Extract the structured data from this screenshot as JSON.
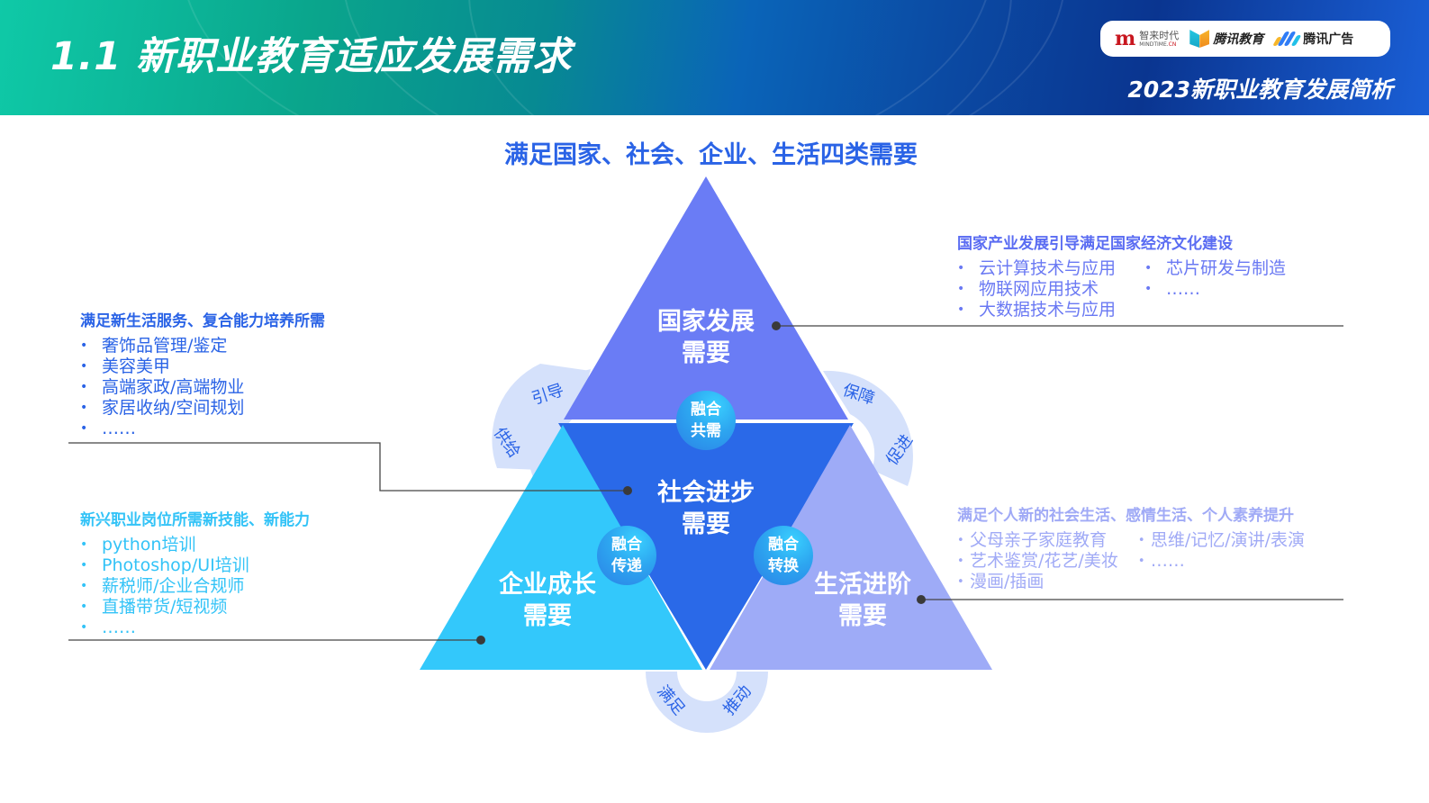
{
  "header": {
    "page_title": "1.1 新职业教育适应发展需求",
    "subtitle": "2023新职业教育发展简析",
    "logos": {
      "mindtime_mark": "m",
      "mindtime_cn": "智来时代",
      "mindtime_en_a": "MINDTIME.",
      "mindtime_en_b": "CN",
      "tencent_edu": "腾讯教育",
      "tencent_ad": "腾讯广告"
    }
  },
  "main_title": "满足国家、社会、企业、生活四类需要",
  "triangles": {
    "top": {
      "line1": "国家发展",
      "line2": "需要",
      "color": "#6a7cf5"
    },
    "center": {
      "line1": "社会进步",
      "line2": "需要",
      "color": "#2a69e8"
    },
    "left": {
      "line1": "企业成长",
      "line2": "需要",
      "color": "#33c8fb"
    },
    "right": {
      "line1": "生活进阶",
      "line2": "需要",
      "color": "#9eabf7"
    }
  },
  "badges": {
    "top": {
      "line1": "融合",
      "line2": "共需"
    },
    "left": {
      "line1": "融合",
      "line2": "传递"
    },
    "right": {
      "line1": "融合",
      "line2": "转换"
    }
  },
  "arcs": {
    "left": {
      "a": "引导",
      "b": "供给"
    },
    "right": {
      "a": "保障",
      "b": "促进"
    },
    "bottom": {
      "a": "满足",
      "b": "推动"
    }
  },
  "blocks": {
    "national": {
      "heading": "国家产业发展引导满足国家经济文化建设",
      "col1": [
        "云计算技术与应用",
        "物联网应用技术",
        "大数据技术与应用"
      ],
      "col2": [
        "芯片研发与制造",
        "……"
      ]
    },
    "society": {
      "heading": "满足新生活服务、复合能力培养所需",
      "items": [
        "奢饰品管理/鉴定",
        "美容美甲",
        "高端家政/高端物业",
        "家居收纳/空间规划",
        "……"
      ]
    },
    "enterprise": {
      "heading": "新兴职业岗位所需新技能、新能力",
      "items": [
        "python培训",
        "Photoshop/UI培训",
        "薪税师/企业合规师",
        "直播带货/短视频",
        "……"
      ]
    },
    "life": {
      "heading": "满足个人新的社会生活、感情生活、个人素养提升",
      "col1": [
        "父母亲子家庭教育",
        "艺术鉴赏/花艺/美妆",
        "漫画/插画"
      ],
      "col2": [
        "思维/记忆/演讲/表演",
        "……"
      ]
    }
  }
}
